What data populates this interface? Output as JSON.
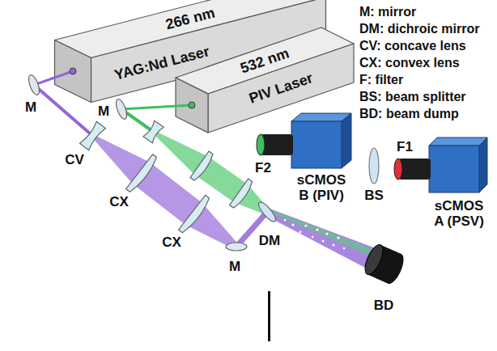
{
  "diagram": {
    "nodes": [
      {
        "text": [
          "266 nm",
          "YAG:Nd Laser"
        ]
      },
      {
        "text": [
          "532 nm",
          "PIV Laser"
        ]
      },
      {
        "text": [
          "sCMOS B (PIV)"
        ]
      },
      {
        "text": [
          "sCMOS A (PSV)"
        ]
      }
    ],
    "labels": [
      "M: mirror",
      "DM: dichroic mirror",
      "CV: concave lens",
      "CX: convex lens",
      "F: filter",
      "BS: beam splitter",
      "BD: beam dump",
      "M",
      "M",
      "CV",
      "CX",
      "CX",
      "DM",
      "M",
      "BS",
      "F2",
      "F1",
      "BD"
    ]
  }
}
